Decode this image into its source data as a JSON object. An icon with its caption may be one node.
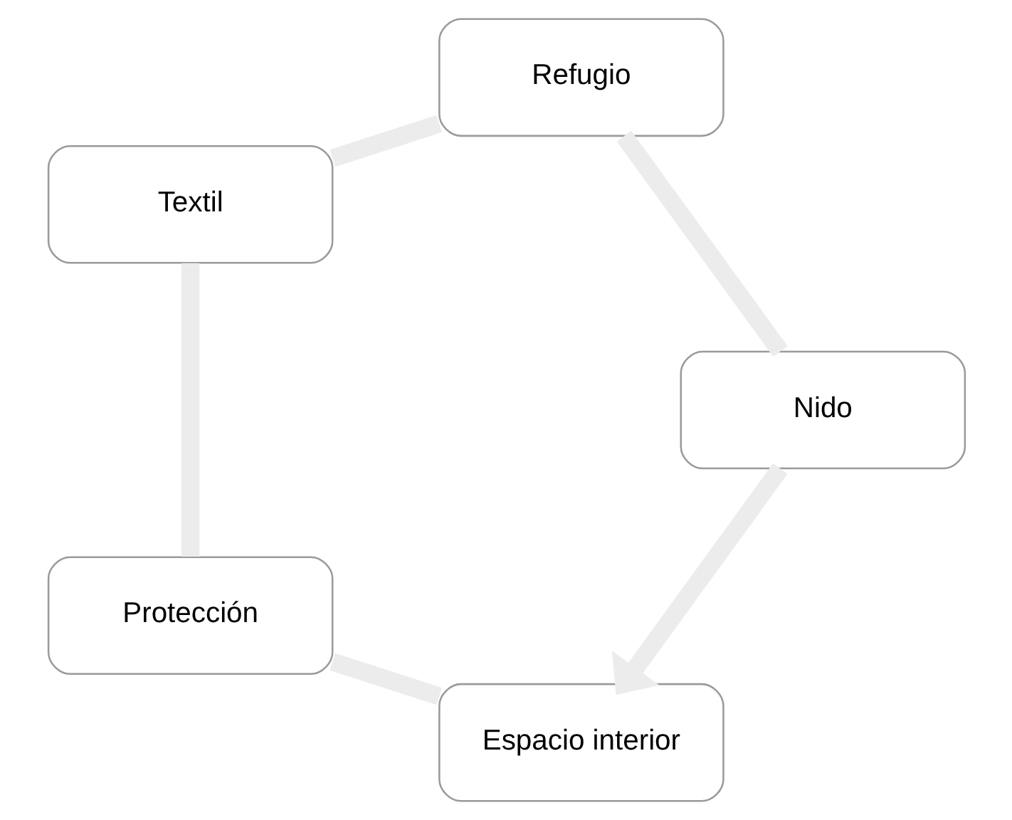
{
  "diagram": {
    "nodes": [
      {
        "text": [
          "Espacio interior"
        ]
      },
      {
        "text": [
          "Protección"
        ]
      },
      {
        "text": [
          "Textil"
        ]
      },
      {
        "text": [
          "Refugio"
        ]
      },
      {
        "text": [
          "Nido"
        ]
      }
    ],
    "edges": [
      {
        "from": 0,
        "to": 1,
        "arrow": "none"
      },
      {
        "from": 1,
        "to": 2,
        "arrow": "none"
      },
      {
        "from": 2,
        "to": 3,
        "arrow": "none"
      },
      {
        "from": 3,
        "to": 4,
        "arrow": "none"
      },
      {
        "from": 4,
        "to": 0,
        "arrow": "to"
      }
    ]
  }
}
